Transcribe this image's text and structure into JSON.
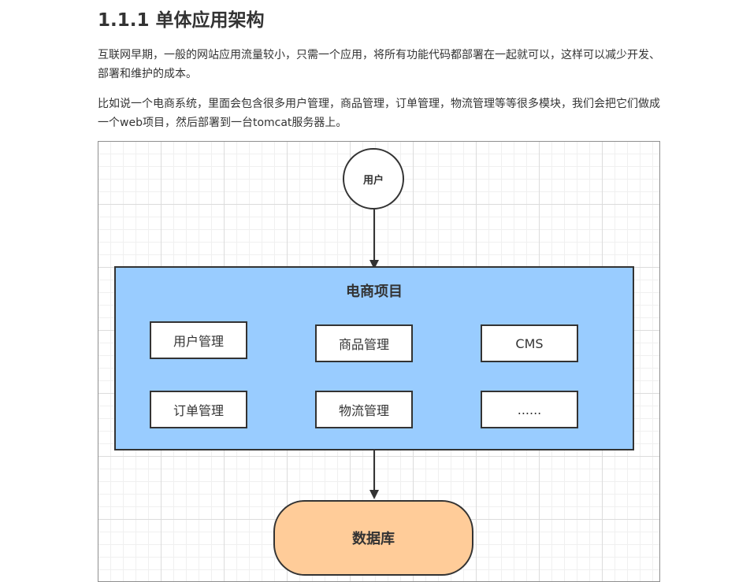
{
  "section": {
    "heading": "1.1.1 单体应用架构",
    "paragraphs": [
      "互联网早期，一般的网站应用流量较小，只需一个应用，将所有功能代码都部署在一起就可以，这样可以减少开发、部署和维护的成本。",
      "比如说一个电商系统，里面会包含很多用户管理，商品管理，订单管理，物流管理等等很多模块，我们会把它们做成一个web项目，然后部署到一台tomcat服务器上。"
    ]
  },
  "diagram": {
    "user_node": "用户",
    "project_title": "电商项目",
    "modules": [
      "用户管理",
      "商品管理",
      "CMS",
      "订单管理",
      "物流管理",
      "......"
    ],
    "database_node": "数据库",
    "colors": {
      "project_fill": "#99ccff",
      "module_fill": "#ffffff",
      "database_fill": "#ffcc99",
      "stroke": "#333333"
    }
  }
}
